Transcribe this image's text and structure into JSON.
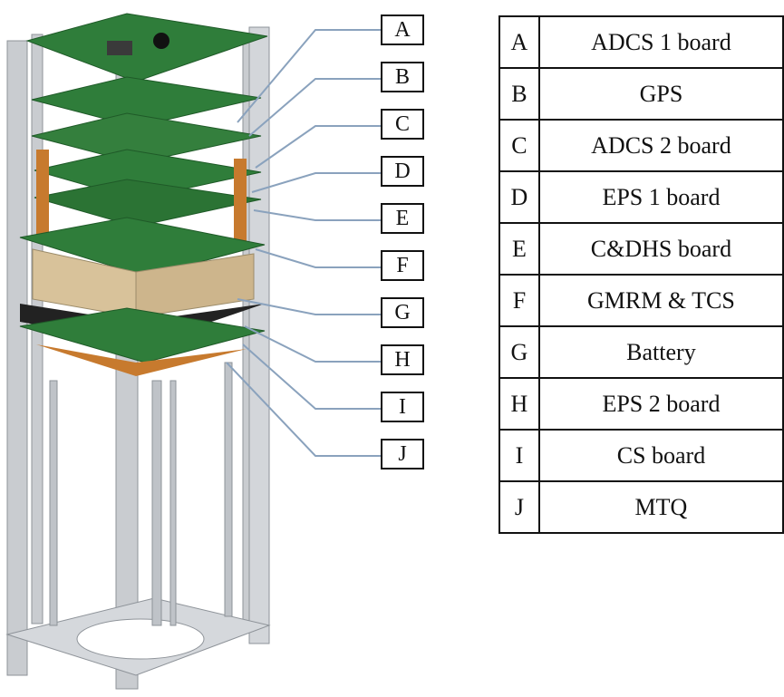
{
  "components": [
    {
      "code": "A",
      "name": "ADCS 1 board"
    },
    {
      "code": "B",
      "name": "GPS"
    },
    {
      "code": "C",
      "name": "ADCS 2 board"
    },
    {
      "code": "D",
      "name": "EPS 1 board"
    },
    {
      "code": "E",
      "name": "C&DHS board"
    },
    {
      "code": "F",
      "name": "GMRM & TCS"
    },
    {
      "code": "G",
      "name": "Battery"
    },
    {
      "code": "H",
      "name": "EPS 2 board"
    },
    {
      "code": "I",
      "name": "CS board"
    },
    {
      "code": "J",
      "name": "MTQ"
    }
  ],
  "colors": {
    "frame": "#c9ccd0",
    "pcb": "#2f7d3a",
    "pcb_dark": "#1f5a28",
    "battery": "#d8c29a",
    "copper": "#c77a2e",
    "leader": "#8aa2bd"
  }
}
